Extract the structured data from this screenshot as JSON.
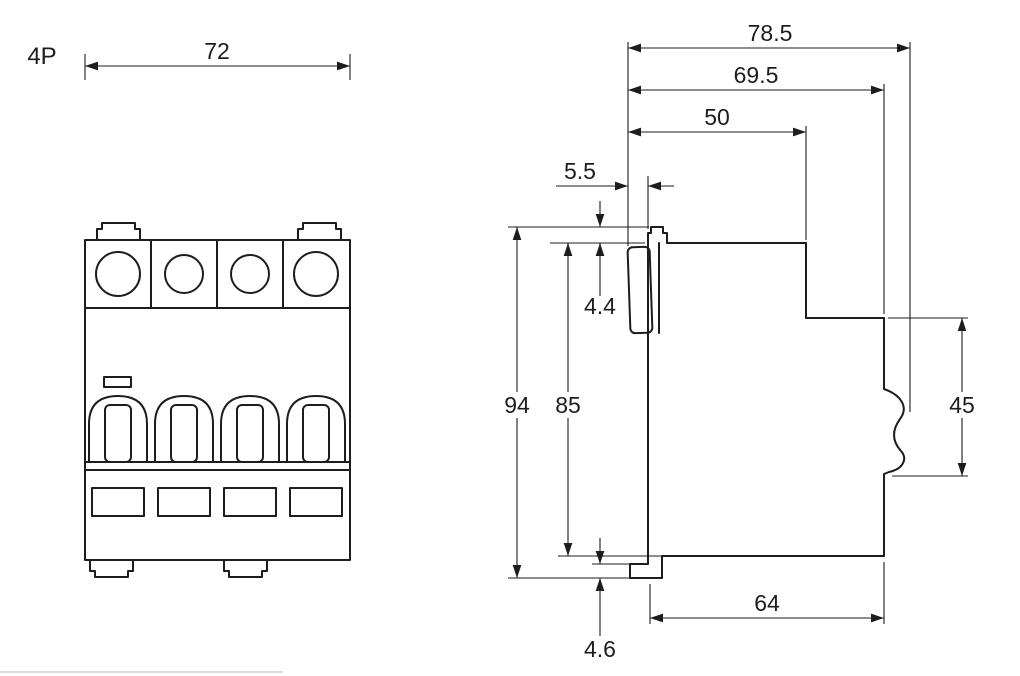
{
  "page": {
    "background": "#ffffff",
    "line_color": "#1d1d1d",
    "footer_artifact_color": "#dcdcdc"
  },
  "drawing": {
    "front_view": {
      "pole_label": "4P",
      "overall_width": "72"
    },
    "side_view": {
      "overall_depth": "78.5",
      "body_depth": "69.5",
      "front_section_depth": "50",
      "handle_protrusion": "5.5",
      "top_clip_height": "4.4",
      "overall_height": "94",
      "body_height": "85",
      "rear_section_height": "45",
      "bottom_depth": "64",
      "rail_clip_step": "4.6"
    }
  }
}
